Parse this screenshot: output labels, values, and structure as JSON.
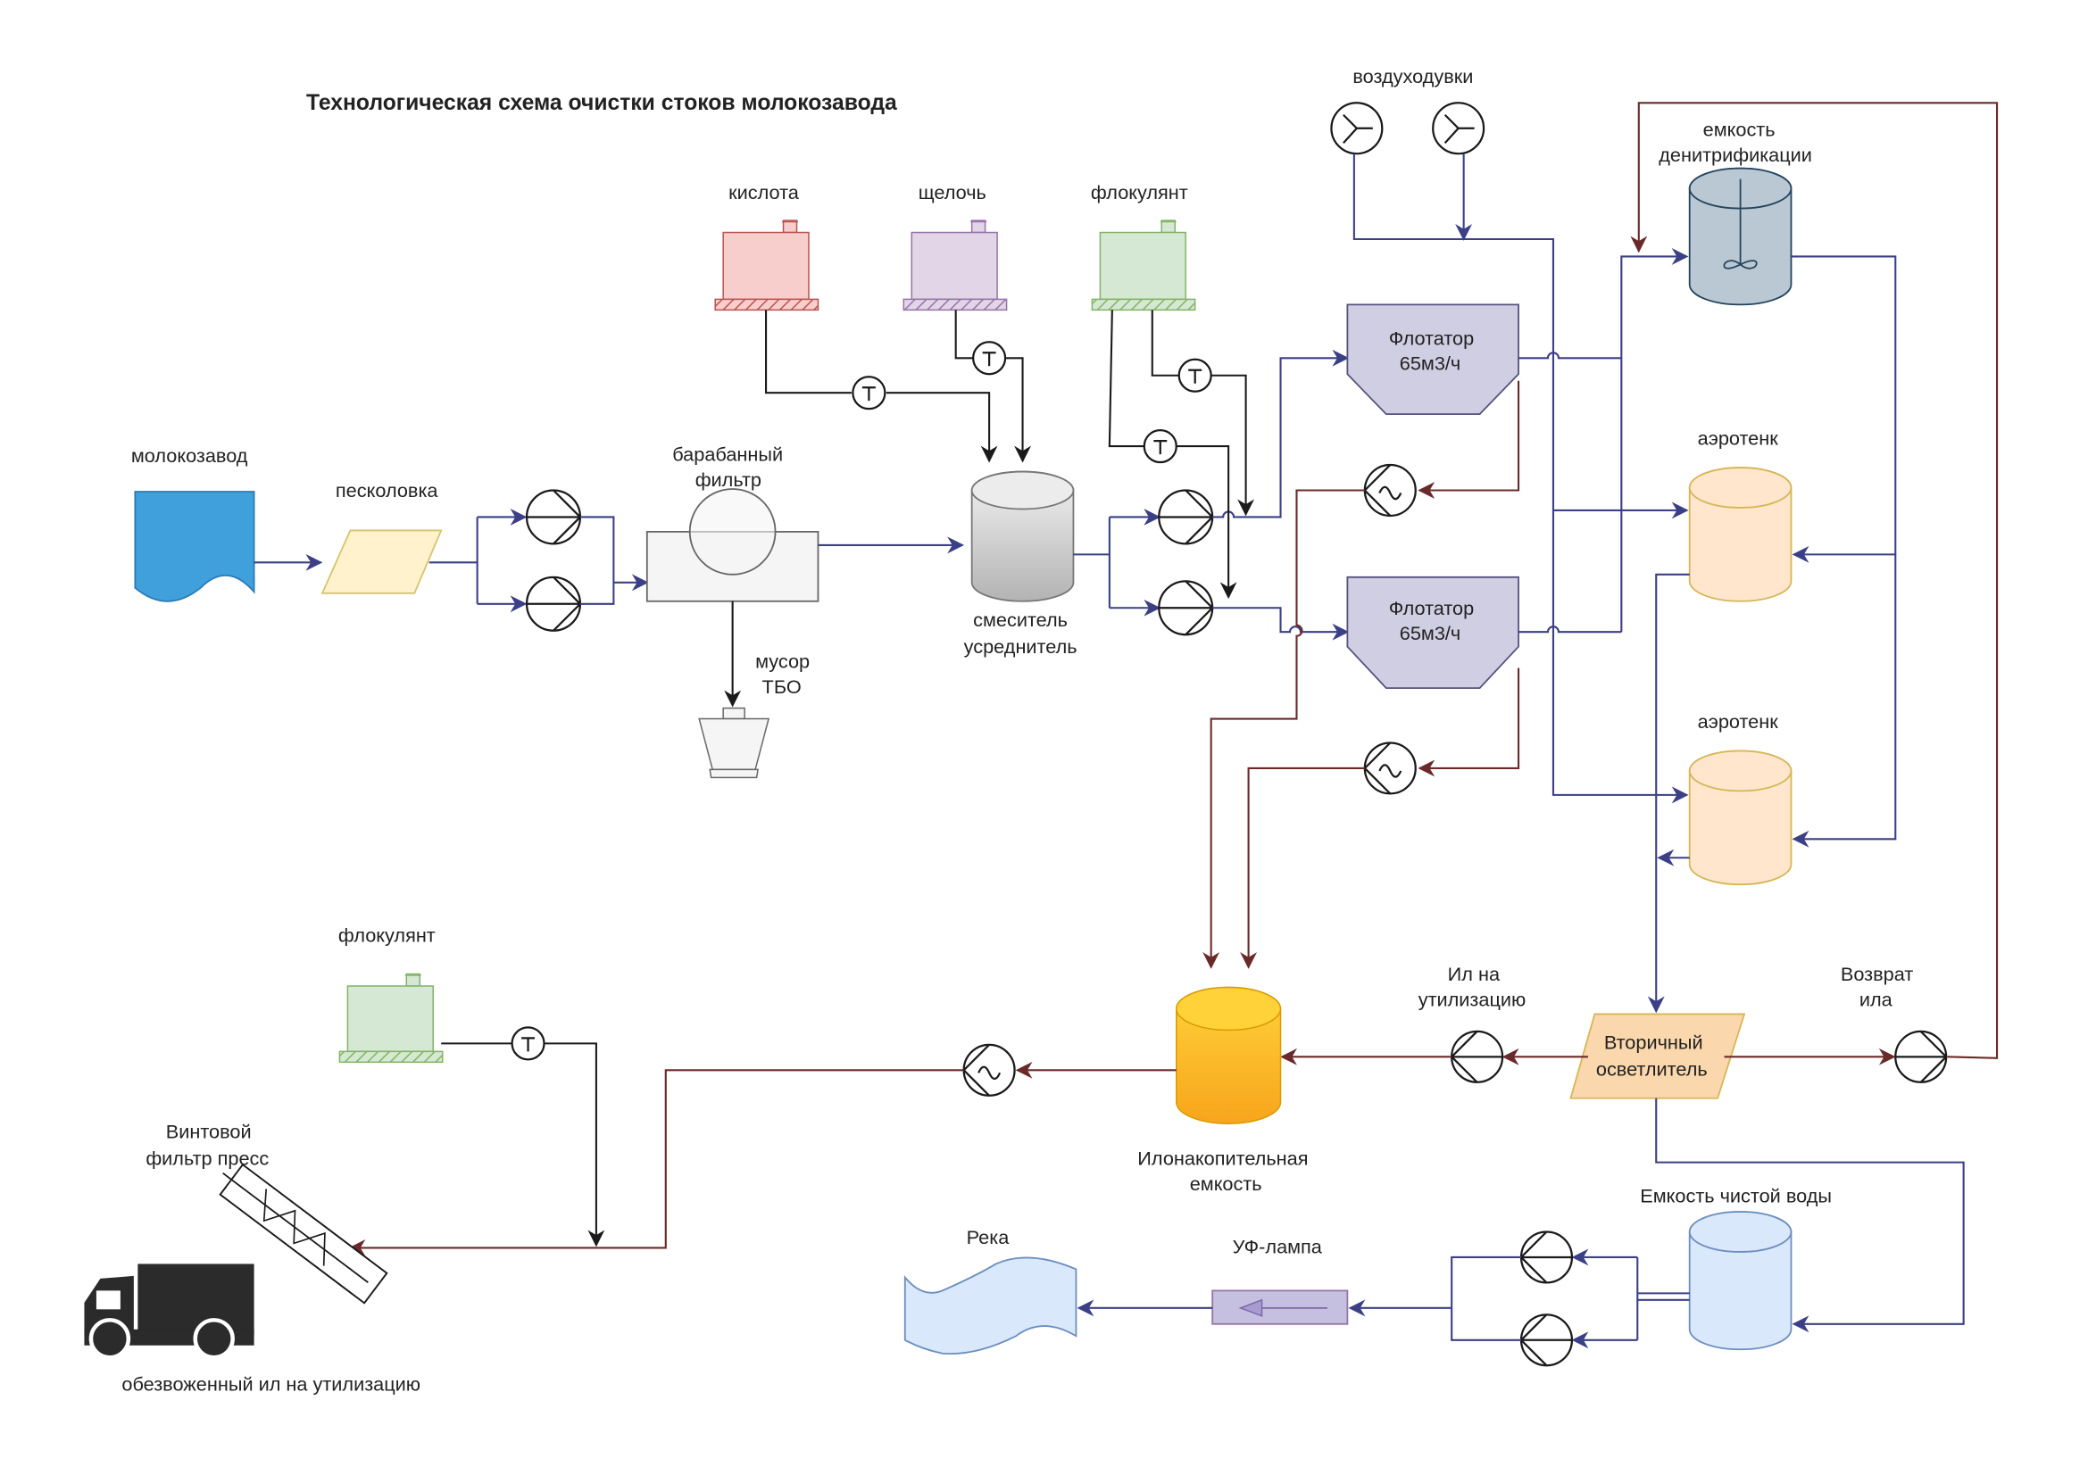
{
  "title": "Технологическая схема очистки стоков молокозавода",
  "labels": {
    "dairy": "молокозавод",
    "sand_trap": "песколовка",
    "drum_filter_1": "барабанный",
    "drum_filter_2": "фильтр",
    "waste_1": "мусор",
    "waste_2": "ТБО",
    "acid": "кислота",
    "alkali": "щелочь",
    "flocculant_top": "флокулянт",
    "mixer_1": "смеситель",
    "mixer_2": "усреднитель",
    "blowers": "воздуходувки",
    "flotator_1_line1": "Флотатор",
    "flotator_1_line2": "65м3/ч",
    "flotator_2_line1": "Флотатор",
    "flotator_2_line2": "65м3/ч",
    "denitrification_1": "емкость",
    "denitrification_2": "денитрификации",
    "aerotank_1": "аэротенк",
    "aerotank_2": "аэротенк",
    "sludge_disposal_1": "Ил на",
    "sludge_disposal_2": "утилизацию",
    "sludge_return_1": "Возврат",
    "sludge_return_2": "ила",
    "secondary_clarifier_1": "Вторичный",
    "secondary_clarifier_2": "осветлитель",
    "sludge_tank_1": "Илонакопительная",
    "sludge_tank_2": "емкость",
    "flocculant_bottom": "флокулянт",
    "screw_press_1": "Винтовой",
    "screw_press_2": "фильтр пресс",
    "dewatered_sludge": "обезвоженный ил на утилизацию",
    "clean_water_tank": "Емкость чистой воды",
    "uv_lamp": "УФ-лампа",
    "river": "Река"
  },
  "colors": {
    "water_line": "#3b3f86",
    "sludge_line": "#6b2a2a",
    "reagent_line": "#1a1a1a",
    "acid_tank": "#f8cecc",
    "alkali_tank": "#e1d5e7",
    "flocculant_tank": "#d5e8d4",
    "flotator": "#d0cee2",
    "aerotank": "#ffe6cc",
    "denitrification": "#bac8d3",
    "sludge_tank": "#ffcd28",
    "clean_water": "#dae8fc",
    "dairy_source": "#3fa0db"
  }
}
